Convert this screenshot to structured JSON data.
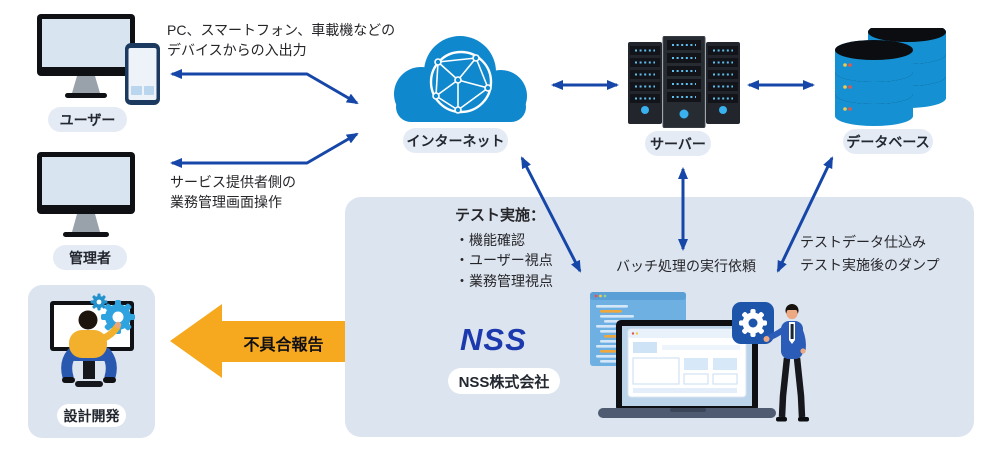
{
  "nodes": {
    "user": {
      "label": "ユーザー"
    },
    "admin": {
      "label": "管理者"
    },
    "internet": {
      "label": "インターネット"
    },
    "server": {
      "label": "サーバー"
    },
    "database": {
      "label": "データベース"
    },
    "design_dev": {
      "label": "設計開発"
    },
    "nss": {
      "logo": "NSS",
      "company": "NSS株式会社"
    }
  },
  "annotations": {
    "user_io_line1": "PC、スマートフォン、車載機などの",
    "user_io_line2": "デバイスからの入出力",
    "admin_ops_line1": "サービス提供者側の",
    "admin_ops_line2": "業務管理画面操作",
    "test_title": "テスト実施：",
    "test_items": [
      "・機能確認",
      "・ユーザー視点",
      "・業務管理視点"
    ],
    "batch_request": "バッチ処理の実行依頼",
    "test_data_line1": "テストデータ仕込み",
    "test_data_line2": "テスト実施後のダンプ",
    "bug_report": "不具合報告"
  },
  "colors": {
    "arrow_blue": "#1647a8",
    "orange_arrow": "#f6a81f",
    "panel_bg": "#dce4ef",
    "pill_bg": "#e4ebf4",
    "cloud_blue": "#1088cd",
    "database_blue": "#1590d2",
    "nss_logo_blue": "#1c3aad"
  }
}
